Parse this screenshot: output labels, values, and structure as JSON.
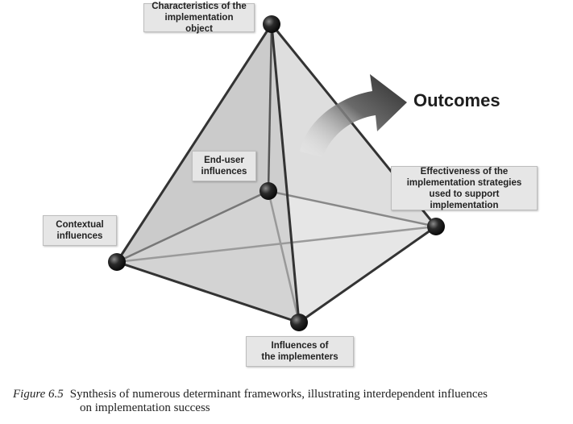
{
  "diagram": {
    "nodes": [
      {
        "id": "apex",
        "label_lines": [
          "Characteristics of the",
          "implementation object"
        ]
      },
      {
        "id": "end-user",
        "label_lines": [
          "End-user",
          "influences"
        ]
      },
      {
        "id": "contextual",
        "label_lines": [
          "Contextual",
          "influences"
        ]
      },
      {
        "id": "effectiveness",
        "label_lines": [
          "Effectiveness of the",
          "implementation strategies",
          "used to support implementation"
        ]
      },
      {
        "id": "implementers",
        "label_lines": [
          "Influences of",
          "the implementers"
        ]
      }
    ],
    "outcomes_label": "Outcomes"
  },
  "caption": {
    "figure_label": "Figure 6.5",
    "text_line1": "Synthesis of numerous determinant frameworks, illustrating interdependent influences",
    "text_line2": "on implementation success"
  },
  "colors": {
    "face_light": "#f0f0f0",
    "face_mid": "#d6d6d6",
    "face_dark": "#c4c4c4",
    "edge": "#333333",
    "node": "#1a1a1a",
    "arrow": "#333333"
  }
}
